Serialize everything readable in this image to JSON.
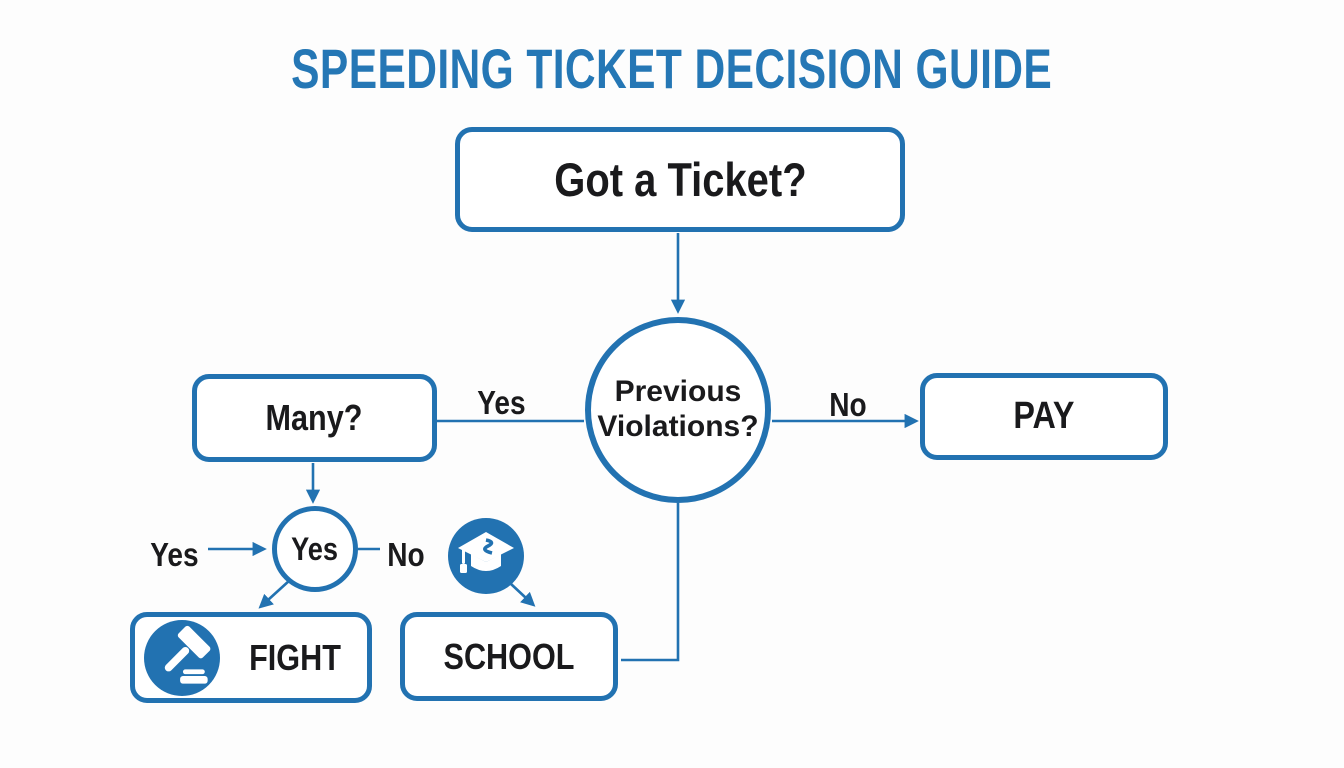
{
  "title": "SPEEDING TICKET DECISION GUIDE",
  "colors": {
    "accent_blue": "#2272b1",
    "title_blue": "#2577b5",
    "text_dark": "#1a1a1c",
    "background": "#fdfdfd",
    "node_fill": "#ffffff",
    "icon_glyph": "#ffffff"
  },
  "nodes": {
    "got_ticket": {
      "label": "Got a Ticket?"
    },
    "previous_violations": {
      "label": "Previous Violations?"
    },
    "many": {
      "label": "Many?"
    },
    "pay": {
      "label": "PAY"
    },
    "yes_decision": {
      "label": "Yes"
    },
    "fight": {
      "label": "FIGHT",
      "icon": "gavel-icon"
    },
    "school": {
      "label": "SCHOOL",
      "icon": "graduation-cap-icon"
    }
  },
  "edge_labels": {
    "violations_to_many": "Yes",
    "violations_to_pay": "No",
    "yes_to_fight": "Yes",
    "yes_to_school": "No"
  }
}
